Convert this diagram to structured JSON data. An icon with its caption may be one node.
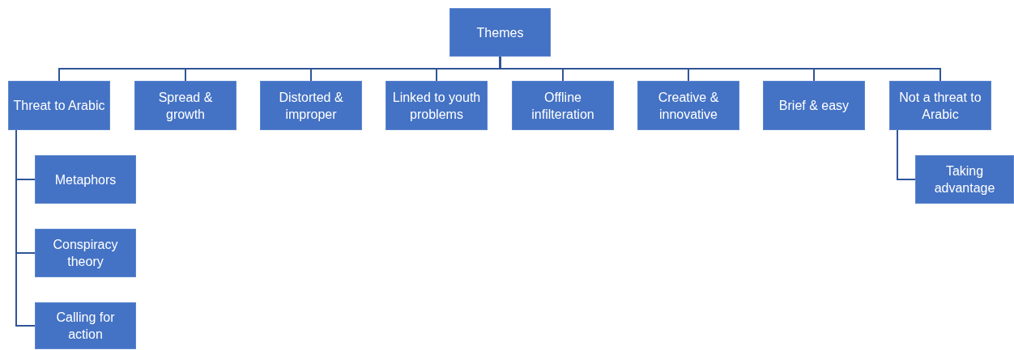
{
  "diagram": {
    "nodes": [
      {
        "text": [
          "Themes"
        ]
      },
      {
        "text": [
          "Threat to Arabic"
        ]
      },
      {
        "text": [
          "Spread & growth"
        ]
      },
      {
        "text": [
          "Distorted & improper"
        ]
      },
      {
        "text": [
          "Linked to youth problems"
        ]
      },
      {
        "text": [
          "Offline infilteration"
        ]
      },
      {
        "text": [
          "Creative & innovative"
        ]
      },
      {
        "text": [
          "Brief & easy"
        ]
      },
      {
        "text": [
          "Not a threat to Arabic"
        ]
      },
      {
        "text": [
          "Metaphors"
        ]
      },
      {
        "text": [
          "Conspiracy theory"
        ]
      },
      {
        "text": [
          "Calling for action"
        ]
      },
      {
        "text": [
          "Taking advantage"
        ]
      }
    ],
    "edges": [
      {
        "from": 0,
        "to": 1,
        "arrow": "none"
      },
      {
        "from": 0,
        "to": 2,
        "arrow": "none"
      },
      {
        "from": 0,
        "to": 3,
        "arrow": "none"
      },
      {
        "from": 0,
        "to": 4,
        "arrow": "none"
      },
      {
        "from": 0,
        "to": 5,
        "arrow": "none"
      },
      {
        "from": 0,
        "to": 6,
        "arrow": "none"
      },
      {
        "from": 0,
        "to": 7,
        "arrow": "none"
      },
      {
        "from": 0,
        "to": 8,
        "arrow": "none"
      },
      {
        "from": 1,
        "to": 9,
        "arrow": "none"
      },
      {
        "from": 1,
        "to": 10,
        "arrow": "none"
      },
      {
        "from": 1,
        "to": 11,
        "arrow": "none"
      },
      {
        "from": 8,
        "to": 12,
        "arrow": "none"
      }
    ]
  }
}
